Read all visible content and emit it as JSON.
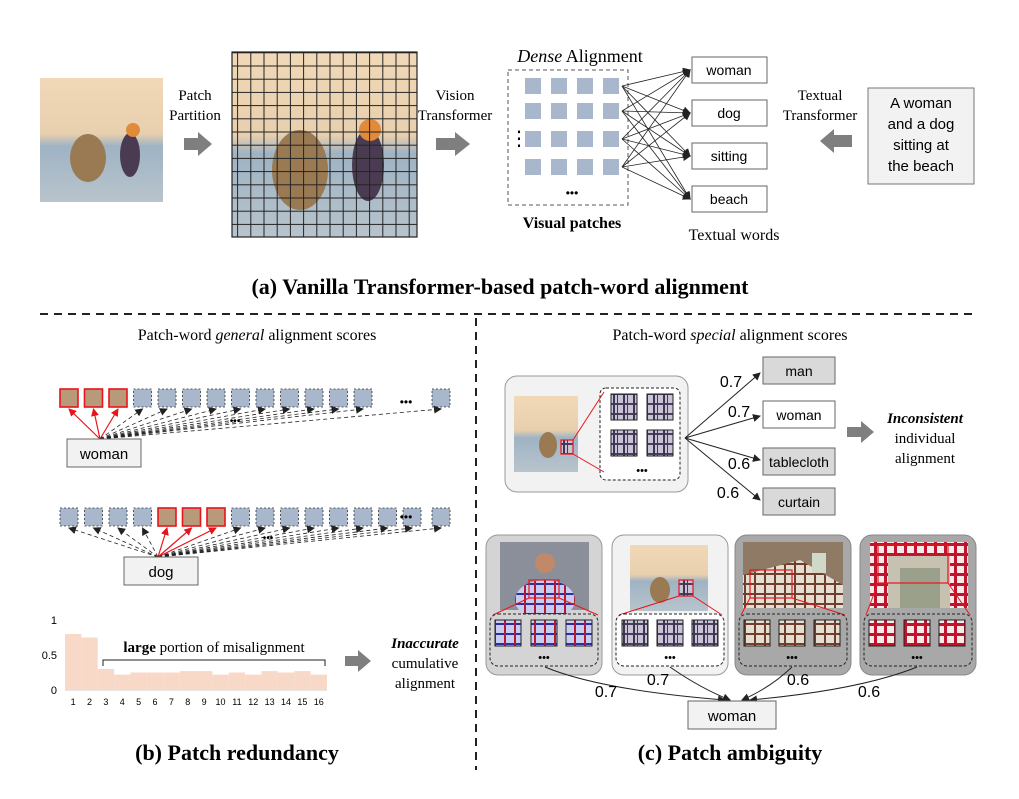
{
  "panel_a": {
    "patch_partition": [
      "Patch",
      "Partition"
    ],
    "vision_transformer": [
      "Vision",
      "Transformer"
    ],
    "dense_alignment": {
      "italic": "Dense",
      "rest": " Alignment"
    },
    "visual_patches": "Visual patches",
    "words": [
      "woman",
      "dog",
      "sitting",
      "beach"
    ],
    "textual_words": "Textual words",
    "textual_transformer": [
      "Textual",
      "Transformer"
    ],
    "caption": [
      "A woman",
      "and a dog",
      "sitting at",
      "the beach"
    ],
    "ellipsis_v": "⋮",
    "ellipsis_h": "•••",
    "title": "(a) Vanilla Transformer-based  patch-word alignment"
  },
  "panel_b": {
    "heading": {
      "pre": "Patch-word ",
      "italic": "general",
      "post": " alignment scores"
    },
    "word1": "woman",
    "word2": "dog",
    "dots": "•••",
    "misalign": {
      "bold": "large",
      "rest": " portion of misalignment"
    },
    "result": {
      "italic": "Inaccurate",
      "lines": [
        "cumulative",
        "alignment"
      ]
    },
    "title": "(b) Patch redundancy"
  },
  "panel_c": {
    "heading": {
      "pre": "Patch-word ",
      "italic": "special",
      "post": " alignment scores"
    },
    "labels": [
      "man",
      "woman",
      "tablecloth",
      "curtain"
    ],
    "scores": [
      "0.7",
      "0.7",
      "0.6",
      "0.6"
    ],
    "result": {
      "italic": "Inconsistent",
      "lines": [
        "individual",
        "alignment"
      ]
    },
    "bottom_scores": [
      "0.7",
      "0.7",
      "0.6",
      "0.6"
    ],
    "bottom_word": "woman",
    "dots": "•••",
    "title": "(c) Patch ambiguity"
  },
  "chart_data": {
    "type": "bar",
    "categories": [
      "1",
      "2",
      "3",
      "4",
      "5",
      "6",
      "7",
      "8",
      "9",
      "10",
      "11",
      "12",
      "13",
      "14",
      "15",
      "16"
    ],
    "values": [
      0.8,
      0.75,
      0.3,
      0.22,
      0.25,
      0.25,
      0.25,
      0.27,
      0.27,
      0.22,
      0.25,
      0.22,
      0.27,
      0.25,
      0.27,
      0.22
    ],
    "ylim": [
      0,
      1
    ],
    "yticks": [
      "0",
      "0.5",
      "1"
    ],
    "color": "#f8d9c8"
  },
  "colors": {
    "patch": "#a9b7cc",
    "red": "#e8141c",
    "arrow": "#7f7f7f",
    "box_gray": "#d9d9d9",
    "panel_bg": "#f2f2f2"
  }
}
